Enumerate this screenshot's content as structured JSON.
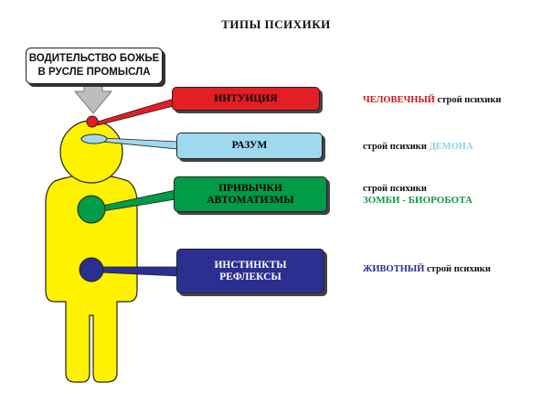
{
  "title": "ТИПЫ ПСИХИКИ",
  "providence": {
    "line1": "ВОДИТЕЛЬСТВО БОЖЬЕ",
    "line2": "В РУСЛЕ ПРОМЫСЛА"
  },
  "levels": {
    "intuition": {
      "label": "ИНТУИЦИЯ",
      "color": "#e31e24"
    },
    "reason": {
      "label": "РАЗУМ",
      "color": "#9fd9ef"
    },
    "habits": {
      "line1": "ПРИВЫЧКИ",
      "line2": "АВТОМАТИЗМЫ",
      "color": "#009c48"
    },
    "instincts": {
      "line1": "ИНСТИНКТЫ",
      "line2": "РЕФЛЕКСЫ",
      "color": "#2b3090"
    }
  },
  "mentality": {
    "human": {
      "highlight": "ЧЕЛОВЕЧНЫЙ",
      "rest": " строй психики",
      "color": "#d0161e"
    },
    "demon": {
      "prefix": "строй психики ",
      "highlight": "ДЕМОНА",
      "color": "#8fd0ea"
    },
    "zombie": {
      "line1": "строй психики",
      "highlight": "ЗОМБИ - БИОРОБОТА",
      "color": "#0e9a47"
    },
    "animal": {
      "highlight": "ЖИВОТНЫЙ",
      "rest": " строй психики",
      "color": "#2b3090"
    }
  },
  "figure": {
    "body_color": "#fff200",
    "arrow_color": "#bdbdbd"
  }
}
